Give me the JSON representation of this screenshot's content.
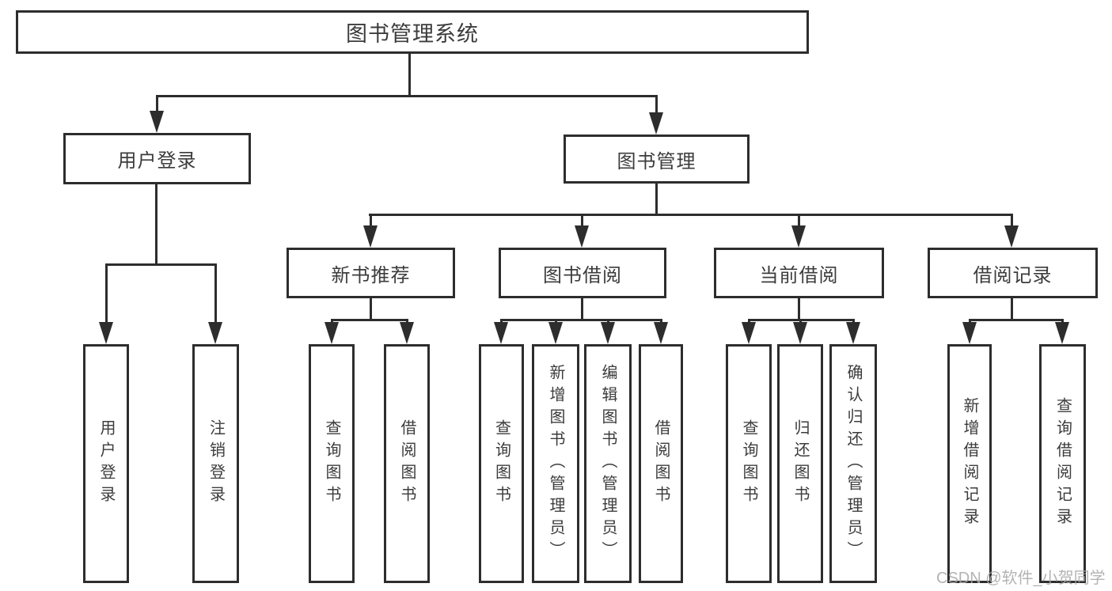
{
  "diagram": {
    "root": {
      "label": "图书管理系统"
    },
    "level1": [
      {
        "label": "用户登录"
      },
      {
        "label": "图书管理"
      }
    ],
    "level2": [
      {
        "label": "新书推荐"
      },
      {
        "label": "图书借阅"
      },
      {
        "label": "当前借阅"
      },
      {
        "label": "借阅记录"
      }
    ],
    "leaves": [
      {
        "label": "用户登录"
      },
      {
        "label": "注销登录"
      },
      {
        "label": "查询图书"
      },
      {
        "label": "借阅图书"
      },
      {
        "label": "查询图书"
      },
      {
        "label": "新增图书（管理员）"
      },
      {
        "label": "编辑图书（管理员）"
      },
      {
        "label": "借阅图书"
      },
      {
        "label": "查询图书"
      },
      {
        "label": "归还图书"
      },
      {
        "label": "确认归还（管理员）"
      },
      {
        "label": "新增借阅记录"
      },
      {
        "label": "查询借阅记录"
      }
    ]
  },
  "watermark": {
    "text": "CSDN @软件_小贺同学"
  },
  "colors": {
    "line": "#2d2d2d",
    "text": "#3c3c3c",
    "background": "#ffffff",
    "watermark": "#a8a8a8"
  }
}
